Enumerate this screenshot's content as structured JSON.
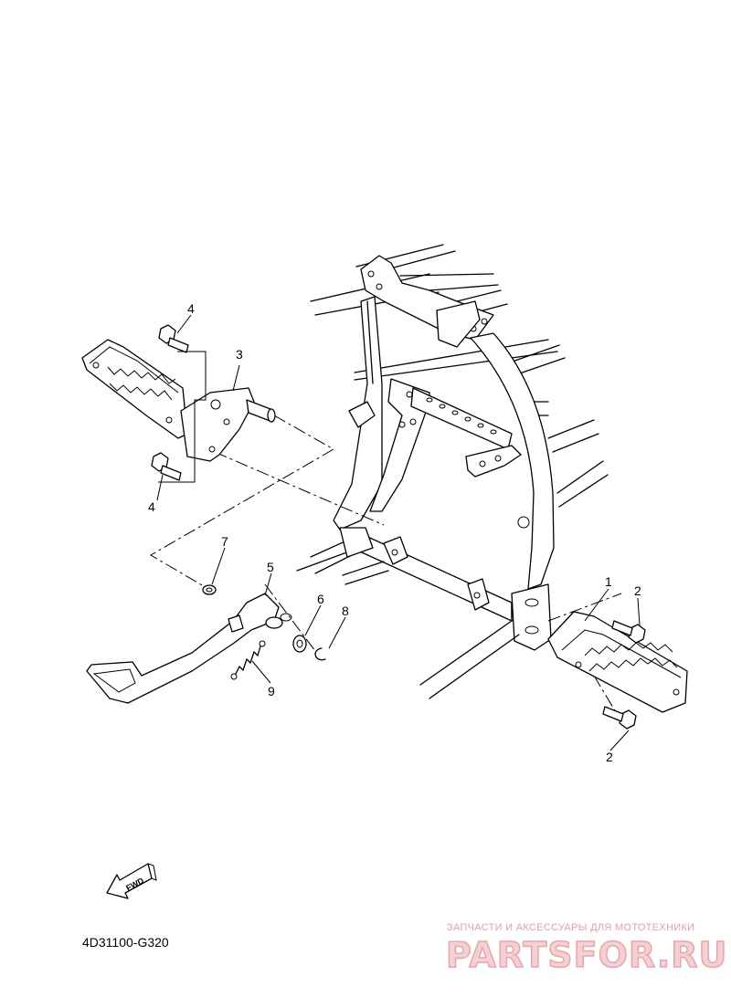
{
  "diagram": {
    "callouts": {
      "c1": "1",
      "c2a": "2",
      "c2b": "2",
      "c3": "3",
      "c4a": "4",
      "c4b": "4",
      "c5": "5",
      "c6": "6",
      "c7": "7",
      "c8": "8",
      "c9": "9"
    },
    "fwd_label": "FWD",
    "code": "4D31100-G320"
  },
  "watermark": {
    "line": "ЗАПЧАСТИ И АКСЕССУАРЫ ДЛЯ МОТОТЕХНИКИ",
    "logo": "PARTSFOR.RU"
  }
}
